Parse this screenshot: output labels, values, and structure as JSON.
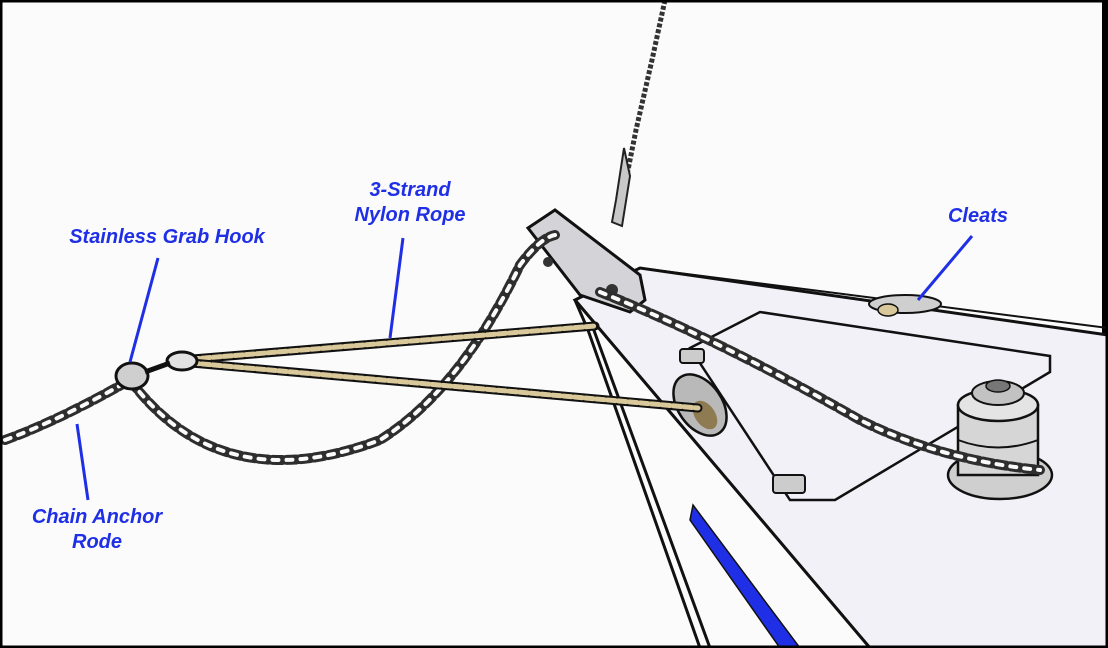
{
  "colors": {
    "label": "#1f2fe6",
    "leader": "#1f2fe6",
    "background": "#fbfbfb",
    "frame": "#000000",
    "deck": "#f1f1f7",
    "outline": "#111111",
    "chain": "#3a3a3a",
    "rope": "#d9c89a",
    "stripe": "#1f2fe6"
  },
  "labels": {
    "rope": {
      "line1": "3-Strand",
      "line2": "Nylon Rope"
    },
    "hook": {
      "text": "Stainless Grab Hook"
    },
    "cleats": {
      "text": "Cleats"
    },
    "chain": {
      "line1": "Chain Anchor",
      "line2": "Rode"
    }
  }
}
